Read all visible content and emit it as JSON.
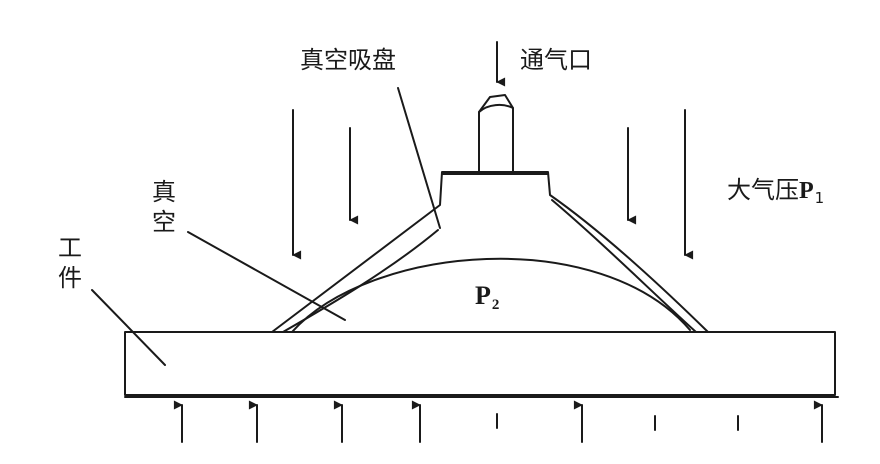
{
  "labels": {
    "suction_cup": "真空吸盘",
    "vent_port": "通气口",
    "atmosphere_prefix": "大气压",
    "atmosphere_symbol": "P",
    "atmosphere_sub": "1",
    "inner_symbol": "P",
    "inner_sub": "2",
    "vacuum_1": "真",
    "vacuum_2": "空",
    "workpiece_1": "工",
    "workpiece_2": "件"
  },
  "colors": {
    "stroke": "#1a1a1a",
    "background": "#ffffff"
  }
}
